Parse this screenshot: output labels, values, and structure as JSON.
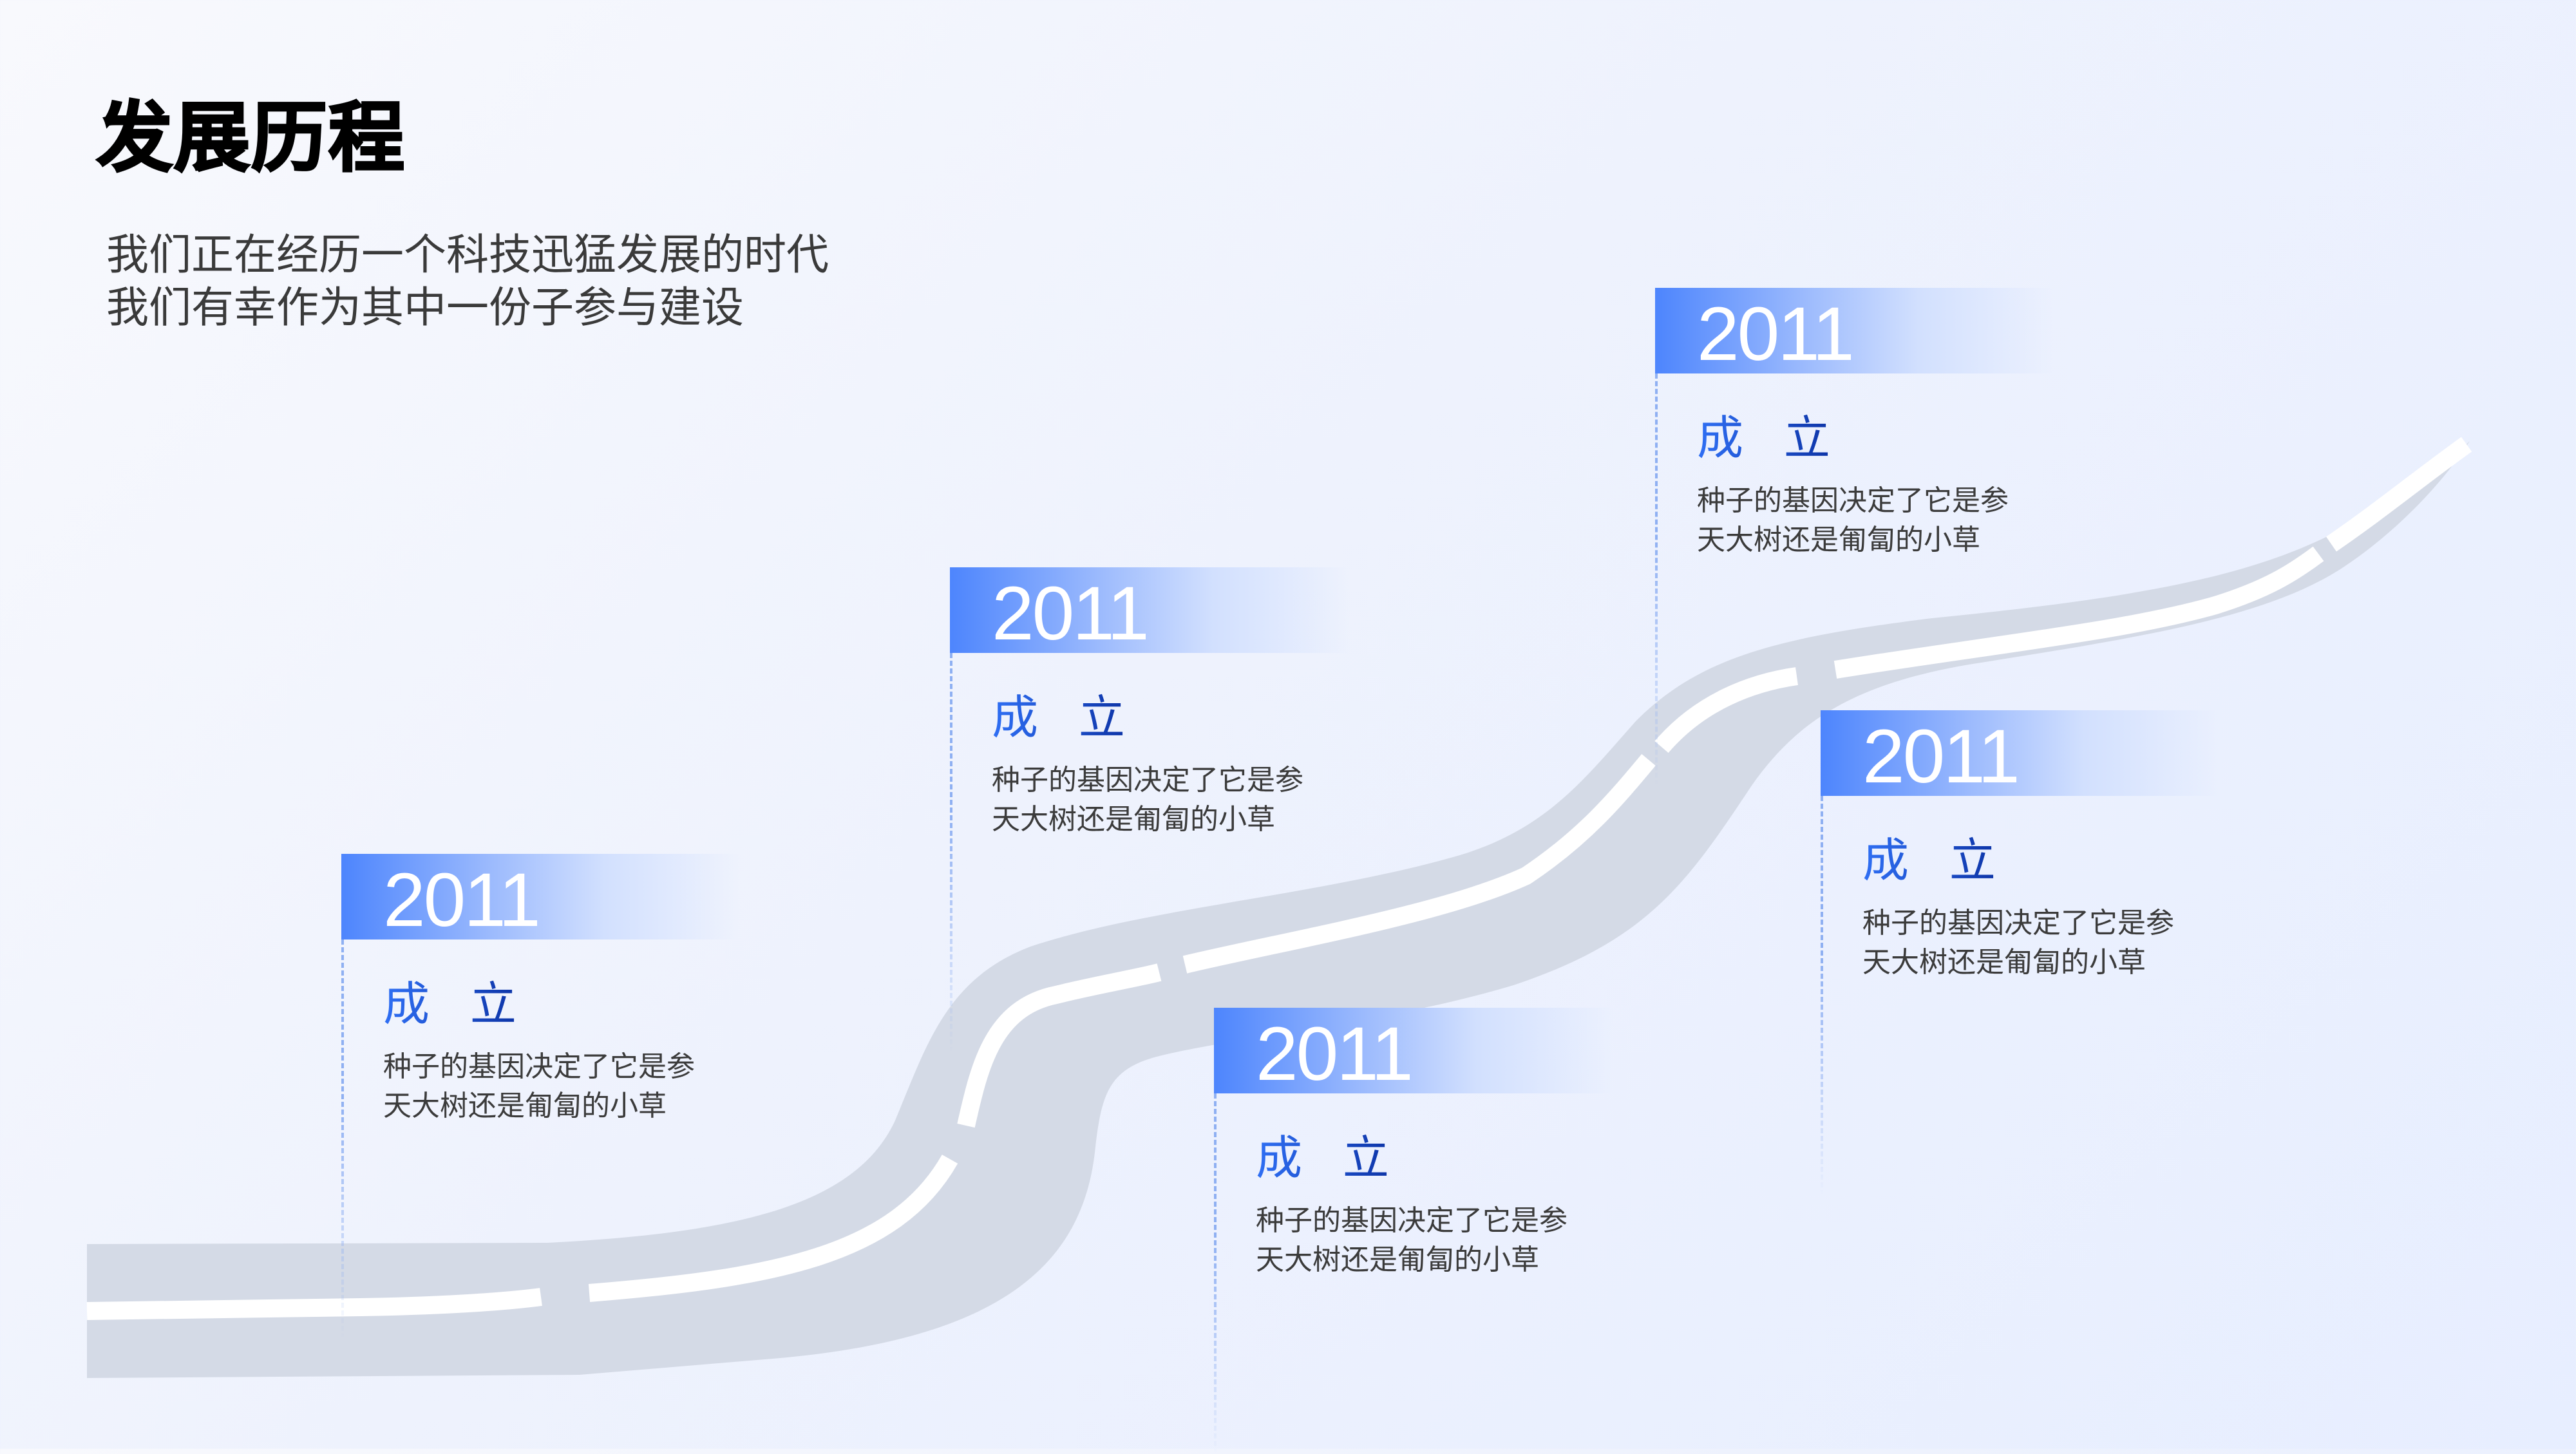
{
  "header": {
    "title": "发展历程",
    "subtitle_lines": [
      "我们正在经历一个科技迅猛发展的时代",
      "我们有幸作为其中一份子参与建设"
    ]
  },
  "colors": {
    "accent_blue": "#4d85fd",
    "heading_blue_start": "#2f6ff4",
    "heading_blue_end": "#0a2fa0",
    "road_gray": "#d4dae6",
    "road_stripe": "#ffffff",
    "text_dark": "#3b3b3b"
  },
  "timeline": {
    "milestones": [
      {
        "year": "2011",
        "title": "成 立",
        "desc_lines": [
          "种子的基因决定了它是参",
          "天大树还是匍匐的小草"
        ]
      },
      {
        "year": "2011",
        "title": "成 立",
        "desc_lines": [
          "种子的基因决定了它是参",
          "天大树还是匍匐的小草"
        ]
      },
      {
        "year": "2011",
        "title": "成 立",
        "desc_lines": [
          "种子的基因决定了它是参",
          "天大树还是匍匐的小草"
        ]
      },
      {
        "year": "2011",
        "title": "成 立",
        "desc_lines": [
          "种子的基因决定了它是参",
          "天大树还是匍匐的小草"
        ]
      },
      {
        "year": "2011",
        "title": "成 立",
        "desc_lines": [
          "种子的基因决定了它是参",
          "天大树还是匍匐的小草"
        ]
      }
    ]
  }
}
